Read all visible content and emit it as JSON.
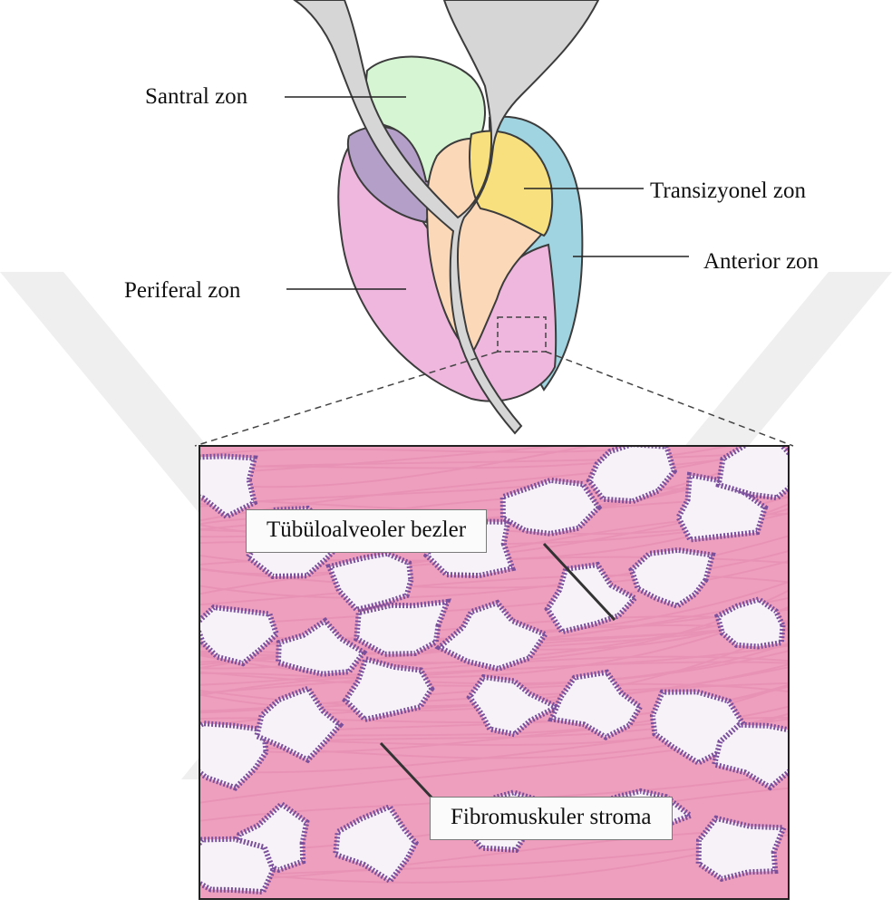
{
  "zones": {
    "central": "Santral zon",
    "transitional": "Transizyonel zon",
    "anterior": "Anterior zon",
    "peripheral": "Periferal zon"
  },
  "histology": {
    "glands_label": "Tübüloalveoler bezler",
    "stroma_label": "Fibromuskuler stroma"
  },
  "colors": {
    "central": "#d6f5d2",
    "central_overlap": "#b49fc8",
    "transitional": "#fbd9b8",
    "transitional_upper": "#f8e07e",
    "anterior": "#9fd4e0",
    "peripheral": "#efb7de",
    "urethra": "#d6d6d6",
    "stroma": "#ee9fbe",
    "gland_lumen": "#f7f2f7",
    "nuclei": "#7a4f9c",
    "watermark": "#eeeeee"
  }
}
